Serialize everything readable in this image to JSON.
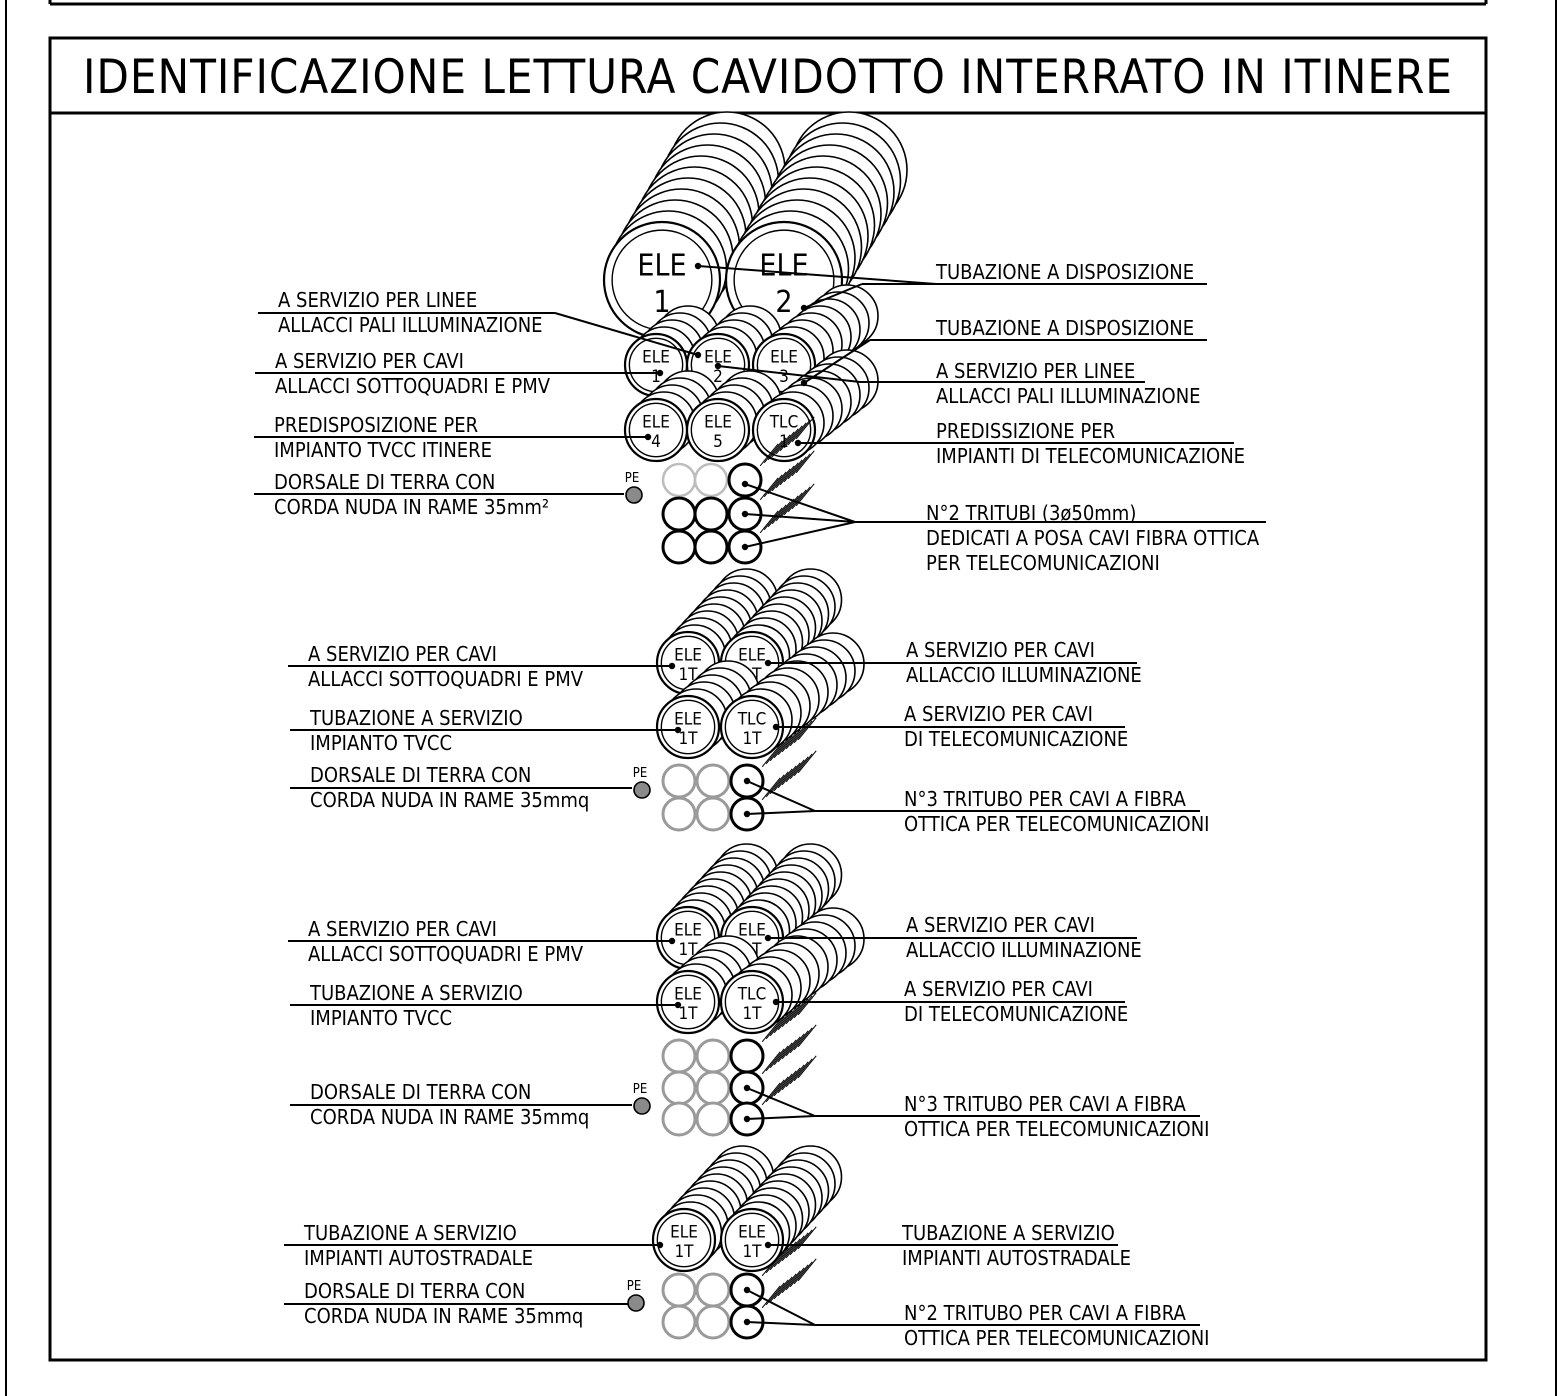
{
  "title": "IDENTIFICAZIONE  LETTURA  CAVIDOTTO  INTERRATO  IN  ITINERE",
  "sections": [
    {
      "tubes": [
        {
          "t1": "ELE",
          "t2": "1"
        },
        {
          "t1": "ELE",
          "t2": "2"
        },
        {
          "t1": "ELE",
          "t2": "1"
        },
        {
          "t1": "ELE",
          "t2": "2"
        },
        {
          "t1": "ELE",
          "t2": "3"
        },
        {
          "t1": "ELE",
          "t2": "4"
        },
        {
          "t1": "ELE",
          "t2": "5"
        },
        {
          "t1": "TLC",
          "t2": "1"
        }
      ],
      "pe": "PE",
      "left_labels": [
        {
          "l1": "A SERVIZIO PER LINEE",
          "l2": "ALLACCI PALI ILLUMINAZIONE"
        },
        {
          "l1": "A SERVIZIO PER CAVI",
          "l2": "ALLACCI SOTTOQUADRI E PMV"
        },
        {
          "l1": "PREDISPOSIZIONE PER",
          "l2": "IMPIANTO TVCC ITINERE"
        },
        {
          "l1": "DORSALE DI TERRA CON",
          "l2": "CORDA NUDA IN RAME 35mm²"
        }
      ],
      "right_labels": [
        {
          "l1": "TUBAZIONE A DISPOSIZIONE"
        },
        {
          "l1": "TUBAZIONE A DISPOSIZIONE"
        },
        {
          "l1": "A SERVIZIO PER LINEE",
          "l2": "ALLACCI PALI ILLUMINAZIONE"
        },
        {
          "l1": "PREDISSIZIONE PER",
          "l2": "IMPIANTI DI TELECOMUNICAZIONE"
        },
        {
          "l1": "N°2 TRITUBI (3ø50mm)",
          "l2": "DEDICATI A POSA CAVI FIBRA OTTICA",
          "l3": "PER TELECOMUNICAZIONI"
        }
      ]
    },
    {
      "tubes": [
        {
          "t1": "ELE",
          "t2": "1T"
        },
        {
          "t1": "ELE",
          "t2": "1T"
        },
        {
          "t1": "ELE",
          "t2": "1T"
        },
        {
          "t1": "TLC",
          "t2": "1T"
        }
      ],
      "pe": "PE",
      "left_labels": [
        {
          "l1": "A SERVIZIO PER CAVI",
          "l2": "ALLACCI SOTTOQUADRI E PMV"
        },
        {
          "l1": "TUBAZIONE A SERVIZIO",
          "l2": "IMPIANTO TVCC"
        },
        {
          "l1": "DORSALE DI TERRA CON",
          "l2": "CORDA NUDA IN RAME 35mmq"
        }
      ],
      "right_labels": [
        {
          "l1": "A SERVIZIO PER CAVI",
          "l2": "ALLACCIO ILLUMINAZIONE"
        },
        {
          "l1": "A SERVIZIO PER CAVI",
          "l2": "DI TELECOMUNICAZIONE"
        },
        {
          "l1": "N°3 TRITUBO PER CAVI A FIBRA",
          "l2": "OTTICA PER TELECOMUNICAZIONI"
        }
      ]
    },
    {
      "tubes": [
        {
          "t1": "ELE",
          "t2": "1T"
        },
        {
          "t1": "ELE",
          "t2": "1T"
        },
        {
          "t1": "ELE",
          "t2": "1T"
        },
        {
          "t1": "TLC",
          "t2": "1T"
        }
      ],
      "pe": "PE",
      "left_labels": [
        {
          "l1": "A SERVIZIO PER CAVI",
          "l2": "ALLACCI SOTTOQUADRI E PMV"
        },
        {
          "l1": "TUBAZIONE A SERVIZIO",
          "l2": "IMPIANTO TVCC"
        },
        {
          "l1": "DORSALE DI TERRA CON",
          "l2": "CORDA NUDA IN RAME 35mmq"
        }
      ],
      "right_labels": [
        {
          "l1": "A SERVIZIO PER CAVI",
          "l2": "ALLACCIO ILLUMINAZIONE"
        },
        {
          "l1": "A SERVIZIO PER CAVI",
          "l2": "DI TELECOMUNICAZIONE"
        },
        {
          "l1": "N°3 TRITUBO PER CAVI A FIBRA",
          "l2": "OTTICA PER TELECOMUNICAZIONI"
        }
      ]
    },
    {
      "tubes": [
        {
          "t1": "ELE",
          "t2": "1T"
        },
        {
          "t1": "ELE",
          "t2": "1T"
        }
      ],
      "pe": "PE",
      "left_labels": [
        {
          "l1": "TUBAZIONE A SERVIZIO",
          "l2": "IMPIANTI AUTOSTRADALE"
        },
        {
          "l1": "DORSALE DI TERRA CON",
          "l2": "CORDA NUDA IN RAME 35mmq"
        }
      ],
      "right_labels": [
        {
          "l1": "TUBAZIONE A SERVIZIO",
          "l2": "IMPIANTI AUTOSTRADALE"
        },
        {
          "l1": "N°2 TRITUBO PER CAVI A FIBRA",
          "l2": "OTTICA PER TELECOMUNICAZIONI"
        }
      ]
    }
  ]
}
